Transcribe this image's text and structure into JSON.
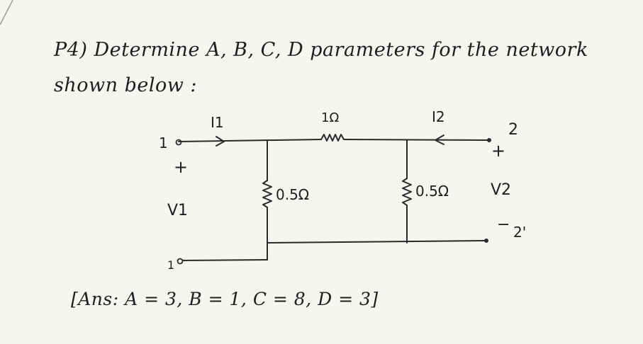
{
  "problem": {
    "line1": "P4) Determine A, B, C, D parameters for the network",
    "line2": "shown below :"
  },
  "circuit": {
    "port1_top": "1",
    "port1_bottom": "1",
    "port1_plus": "+",
    "port1_voltage": "V1",
    "input_current": "I1",
    "series_resistor": "1Ω",
    "shunt_left": "0.5Ω",
    "shunt_right": "0.5Ω",
    "output_current": "I2",
    "port2_top": "2",
    "port2_bottom": "2'",
    "port2_plus": "+",
    "port2_minus": "−",
    "port2_voltage": "V2"
  },
  "answer": "[Ans: A = 3, B = 1, C = 8, D = 3]"
}
